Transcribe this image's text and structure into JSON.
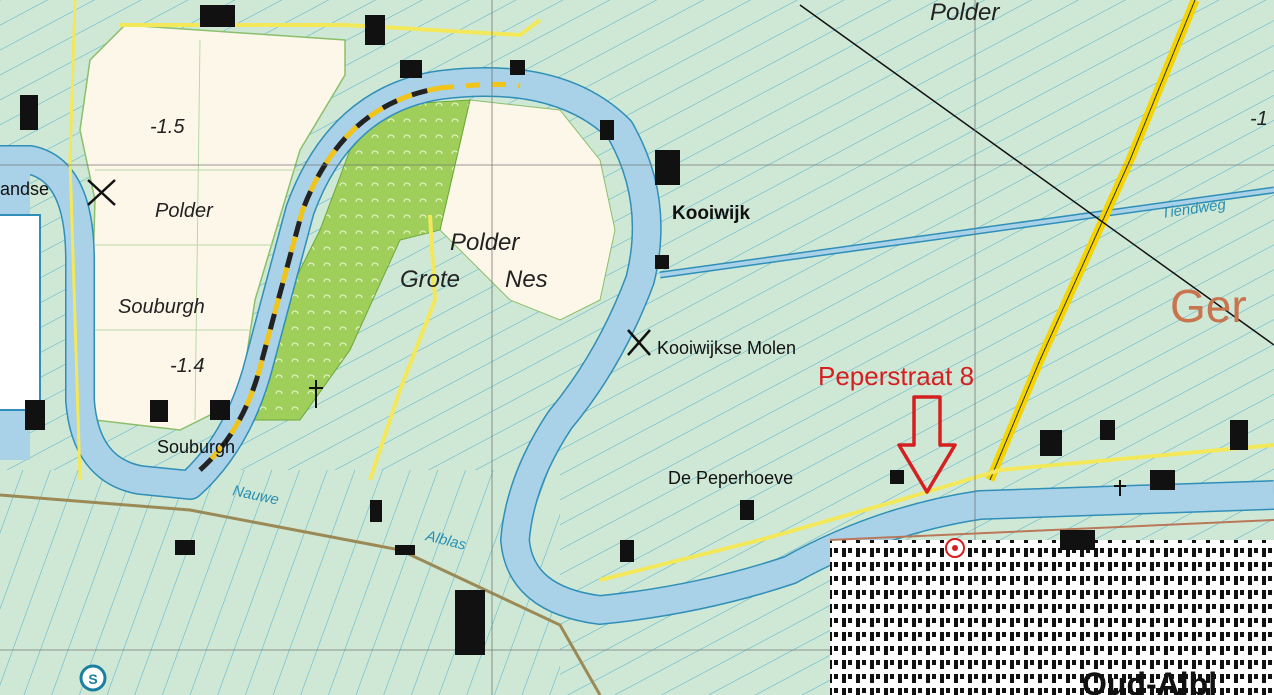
{
  "colors": {
    "grassland": "#cfe8d6",
    "arable": "#fdf7ea",
    "orchard": "#9fcf5a",
    "water": "#a9d1e8",
    "water_edge": "#2f8fb8",
    "ditch": "#39a5c9",
    "road_yellow": "#f3e85a",
    "road_main": "#f5d400",
    "building": "#111111",
    "annotation_red": "#d42020",
    "city_brown": "#b9785a"
  },
  "labels": {
    "polder_top": "Polder",
    "wandse": "andse",
    "polder_left": "Polder",
    "souburgh_italic": "Souburgh",
    "minus_15": "-1.5",
    "minus_14": "-1.4",
    "souburgh_place": "Souburgh",
    "polder_center": "Polder",
    "grote": "Grote",
    "nes": "Nes",
    "kooiwijk": "Kooiwijk",
    "tiendweg": "Tiendweg",
    "ger": "Ger",
    "kooiwijkse_molen": "Kooiwijkse Molen",
    "de_peperhoeve": "De Peperhoeve",
    "nauwe": "Nauwe",
    "alblas": "Alblas",
    "oud_albl": "Oud-Albl",
    "minus_1_right": "-1"
  },
  "annotation": {
    "address": "Peperstraat 8",
    "marker": "down-arrow"
  },
  "icons": [
    "windmill-icon",
    "cross-icon",
    "route-marker-icon"
  ]
}
